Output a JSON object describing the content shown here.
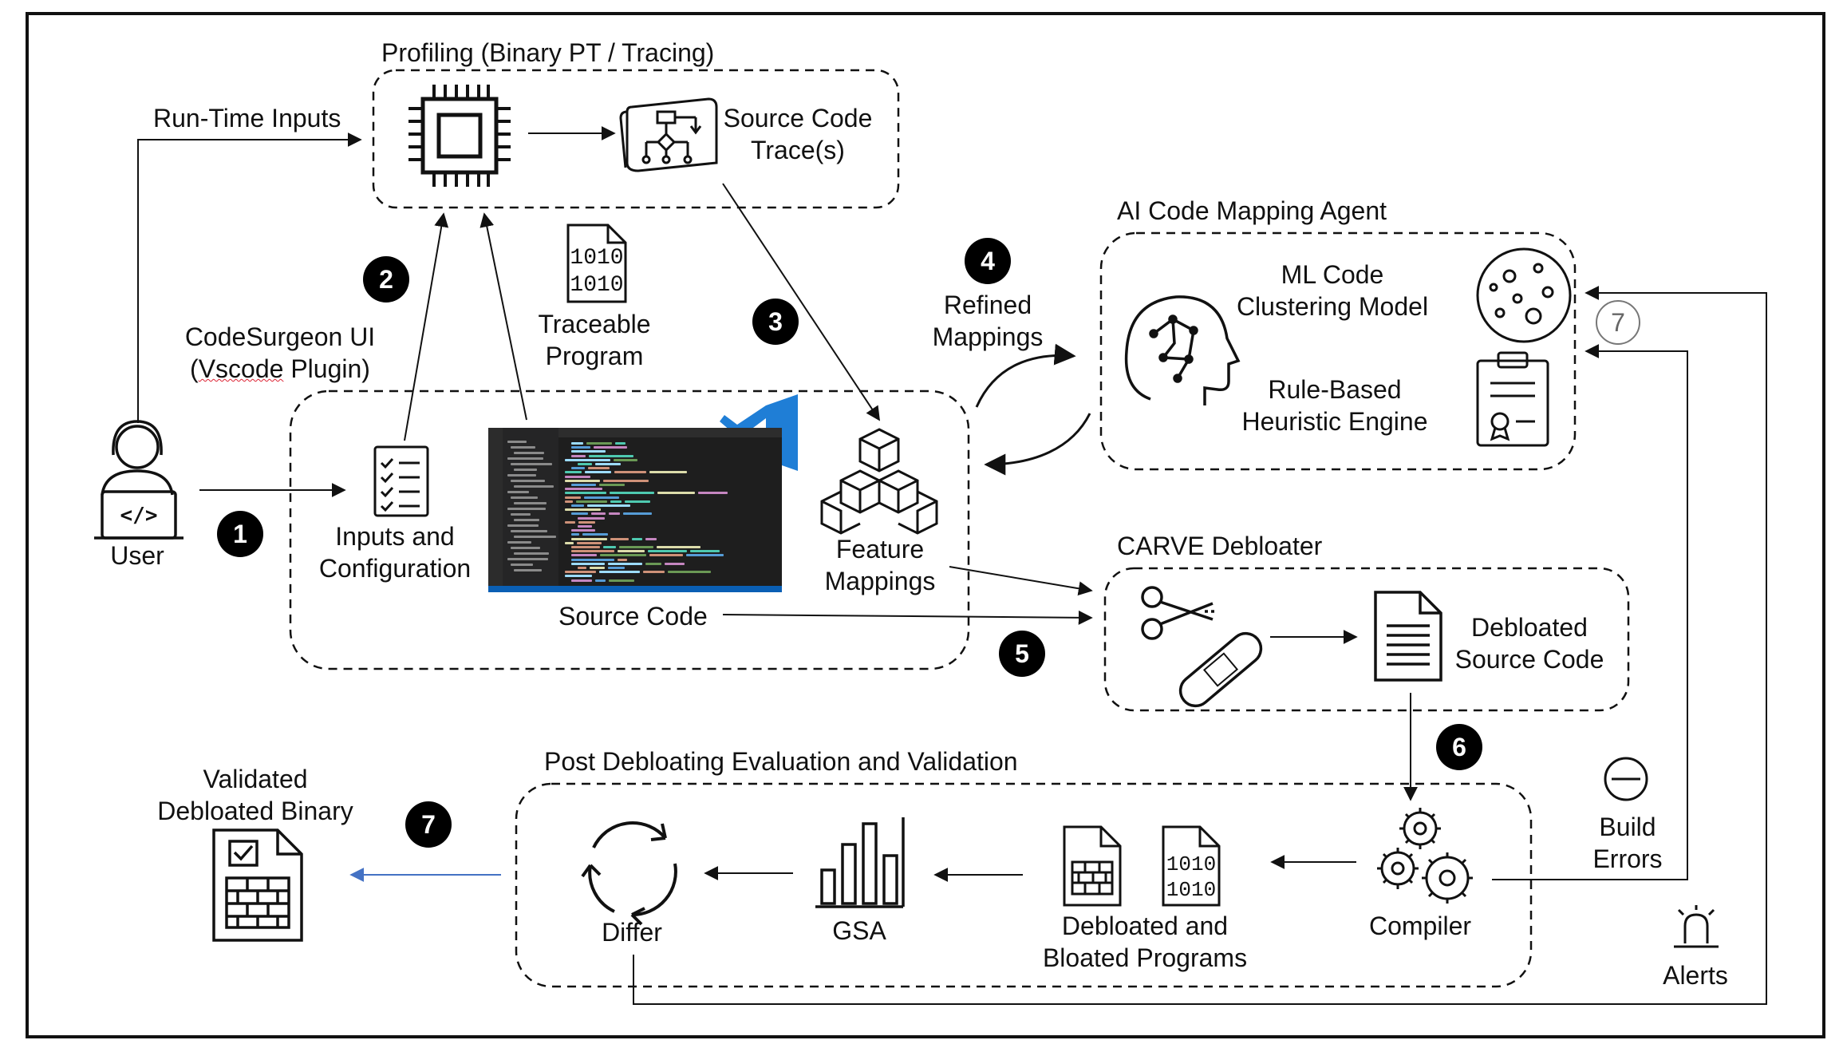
{
  "profiling": {
    "title": "Profiling (Binary PT / Tracing)",
    "trace_line1": "Source Code",
    "trace_line2": "Trace(s)"
  },
  "runtime_inputs": "Run-Time Inputs",
  "user": {
    "label": "User"
  },
  "codesurgeon": {
    "line1": "CodeSurgeon UI",
    "line2_pre": "(",
    "line2_word": "Vscode",
    "line2_post": " Plugin)"
  },
  "traceable": {
    "line1": "Traceable",
    "line2": "Program"
  },
  "inputs_config": {
    "line1": "Inputs and",
    "line2": "Configuration"
  },
  "source_code": "Source Code",
  "feature_mappings": {
    "line1": "Feature",
    "line2": "Mappings"
  },
  "refined": {
    "line1": "Refined",
    "line2": "Mappings"
  },
  "ai_agent": {
    "title": "AI Code Mapping Agent",
    "ml_line1": "ML Code",
    "ml_line2": "Clustering Model",
    "rule_line1": "Rule-Based",
    "rule_line2": "Heuristic Engine"
  },
  "carve": {
    "title": "CARVE Debloater",
    "out_line1": "Debloated",
    "out_line2": "Source Code"
  },
  "post": {
    "title": "Post Debloating Evaluation and Validation",
    "differ": "Differ",
    "gsa": "GSA",
    "programs_line1": "Debloated and",
    "programs_line2": "Bloated Programs",
    "compiler": "Compiler"
  },
  "validated": {
    "line1": "Validated",
    "line2": "Debloated Binary"
  },
  "build_errors": {
    "line1": "Build",
    "line2": "Errors"
  },
  "alerts": "Alerts",
  "steps": {
    "s1": "1",
    "s2": "2",
    "s3": "3",
    "s4": "4",
    "s5": "5",
    "s6": "6",
    "s7": "7",
    "s7b": "7"
  },
  "icons": [
    "cpu-chip-icon",
    "flowchart-scroll-icon",
    "binary-file-icon",
    "user-coder-icon",
    "checklist-icon",
    "vscode-logo-icon",
    "cubes-icon",
    "brain-icon",
    "petri-dish-icon",
    "certificate-icon",
    "scissors-icon",
    "bandage-icon",
    "document-icon",
    "gears-icon",
    "brick-file-icon",
    "bar-chart-icon",
    "refresh-cycle-icon",
    "validated-binary-icon",
    "minus-circle-icon",
    "alarm-icon"
  ],
  "colors": {
    "validated_arrow": "#4472c4"
  }
}
